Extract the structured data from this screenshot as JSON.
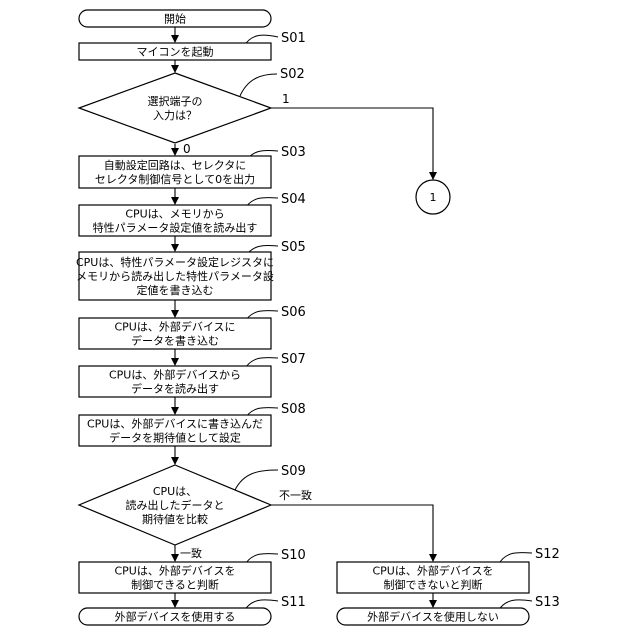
{
  "nodes": {
    "start": [
      "開始"
    ],
    "n01": [
      "マイコンを起動"
    ],
    "n02": [
      "選択端子の",
      "入力は？"
    ],
    "n03": [
      "自動設定回路は、セレクタに",
      "セレクタ制御信号として0を出力"
    ],
    "n04": [
      "CPUは、メモリから",
      "特性パラメータ設定値を読み出す"
    ],
    "n05": [
      "CPUは、特性パラメータ設定レジスタに",
      "メモリから読み出した特性パラメータ設",
      "定値を書き込む"
    ],
    "n06": [
      "CPUは、外部デバイスに",
      "データを書き込む"
    ],
    "n07": [
      "CPUは、外部デバイスから",
      "データを読み出す"
    ],
    "n08": [
      "CPUは、外部デバイスに書き込んだ",
      "データを期待値として設定"
    ],
    "n09": [
      "CPUは、",
      "読み出したデータと",
      "期待値を比較"
    ],
    "n10": [
      "CPUは、外部デバイスを",
      "制御できると判断"
    ],
    "n11": [
      "外部デバイスを使用する"
    ],
    "n12": [
      "CPUは、外部デバイスを",
      "制御できないと判断"
    ],
    "n13": [
      "外部デバイスを使用しない"
    ],
    "connector": [
      "1"
    ]
  },
  "steps": [
    "S01",
    "S02",
    "S03",
    "S04",
    "S05",
    "S06",
    "S07",
    "S08",
    "S09",
    "S10",
    "S11",
    "S12",
    "S13"
  ],
  "edges": {
    "s02_yes": "1",
    "s02_no": "0",
    "s09_mismatch": "不一致",
    "s09_match": "一致"
  }
}
